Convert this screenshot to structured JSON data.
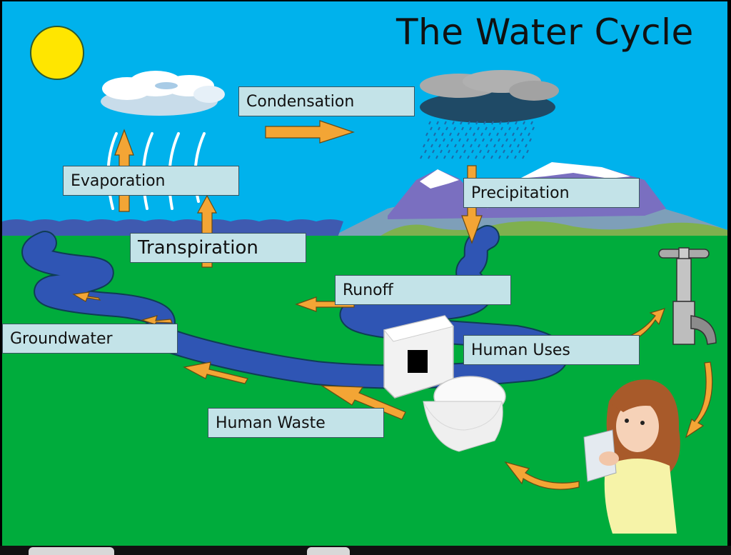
{
  "title": "The Water Cycle",
  "labels": {
    "condensation": "Condensation",
    "evaporation": "Evaporation",
    "transpiration": "Transpiration",
    "precipitation": "Precipitation",
    "runoff": "Runoff",
    "groundwater": "Groundwater",
    "human_uses": "Human Uses",
    "human_waste": "Human Waste"
  },
  "icons": [
    "sun-icon",
    "white-cloud-icon",
    "rain-cloud-icon",
    "mountains-icon",
    "river-icon",
    "toilet-icon",
    "faucet-icon",
    "girl-drinking-icon"
  ],
  "colors": {
    "sky": "#00b2ec",
    "grass": "#00ac3c",
    "water": "#2f55b4",
    "arrow": "#f3a535",
    "label_bg": "#c3e3e8",
    "sun": "#ffe600"
  }
}
